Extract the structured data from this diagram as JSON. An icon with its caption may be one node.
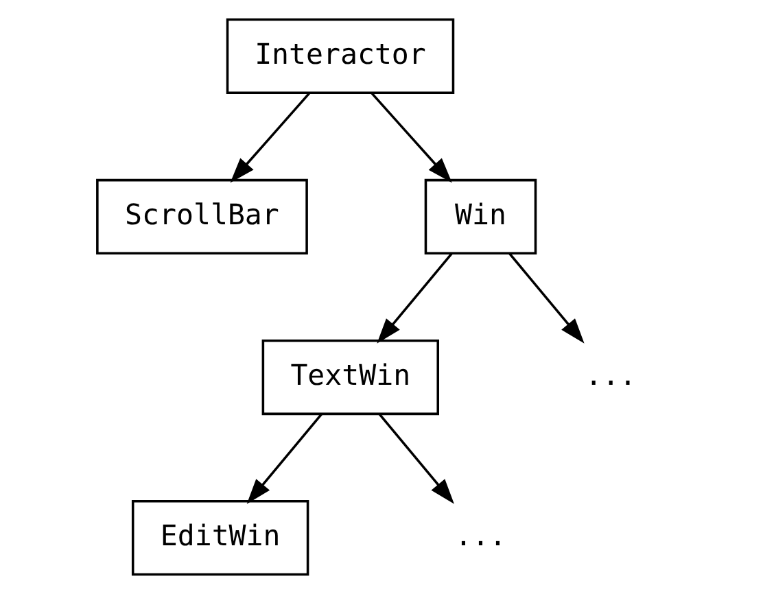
{
  "diagram": {
    "nodes": [
      {
        "text": [
          "Interactor"
        ]
      },
      {
        "text": [
          "ScrollBar"
        ]
      },
      {
        "text": [
          "Win"
        ]
      },
      {
        "text": [
          "TextWin"
        ]
      },
      {
        "text": [
          "..."
        ]
      },
      {
        "text": [
          "EditWin"
        ]
      },
      {
        "text": [
          "..."
        ]
      }
    ],
    "edges": [
      {
        "from": 0,
        "to": 1,
        "arrow": "to"
      },
      {
        "from": 0,
        "to": 2,
        "arrow": "to"
      },
      {
        "from": 2,
        "to": 3,
        "arrow": "to"
      },
      {
        "from": 2,
        "to": 4,
        "arrow": "to"
      },
      {
        "from": 3,
        "to": 5,
        "arrow": "to"
      },
      {
        "from": 3,
        "to": 6,
        "arrow": "to"
      }
    ]
  }
}
